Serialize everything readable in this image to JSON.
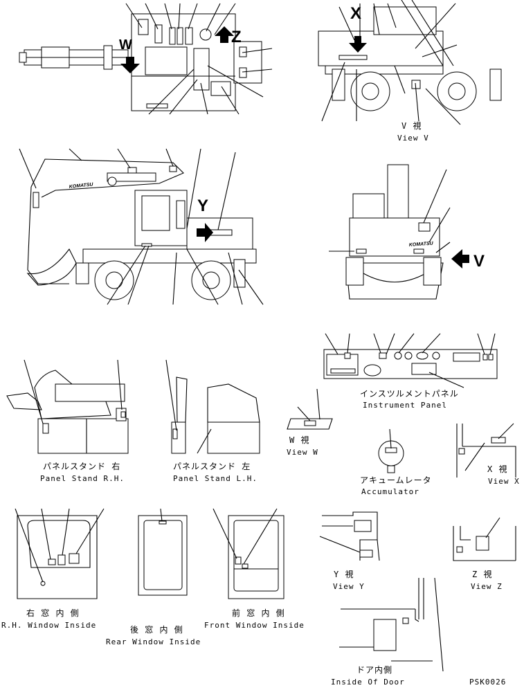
{
  "arrows": {
    "w": "W",
    "z": "Z",
    "x": "X",
    "y": "Y",
    "v": "V"
  },
  "brand": "KOMATSU",
  "views": {
    "view_v": {
      "jp": "V 視",
      "en": "View V"
    },
    "view_w": {
      "jp": "W 視",
      "en": "View W"
    },
    "view_x": {
      "jp": "X 視",
      "en": "View X"
    },
    "view_y": {
      "jp": "Y 視",
      "en": "View Y"
    },
    "view_z": {
      "jp": "Z 視",
      "en": "View Z"
    }
  },
  "captions": {
    "instrument_panel": {
      "jp": "インスツルメントパネル",
      "en": "Instrument Panel"
    },
    "panel_stand_rh": {
      "jp": "パネルスタンド 右",
      "en": "Panel Stand R.H."
    },
    "panel_stand_lh": {
      "jp": "パネルスタンド 左",
      "en": "Panel Stand L.H."
    },
    "accumulator": {
      "jp": "アキュームレータ",
      "en": "Accumulator"
    },
    "rh_window": {
      "jp": "右 窓 内 側",
      "en": "R.H. Window Inside"
    },
    "rear_window": {
      "jp": "後 窓 内 側",
      "en": "Rear Window Inside"
    },
    "front_window": {
      "jp": "前 窓 内 側",
      "en": "Front Window Inside"
    },
    "door": {
      "jp": "ドア内側",
      "en": "Inside Of Door"
    }
  },
  "drawing_code": "PSK0026"
}
